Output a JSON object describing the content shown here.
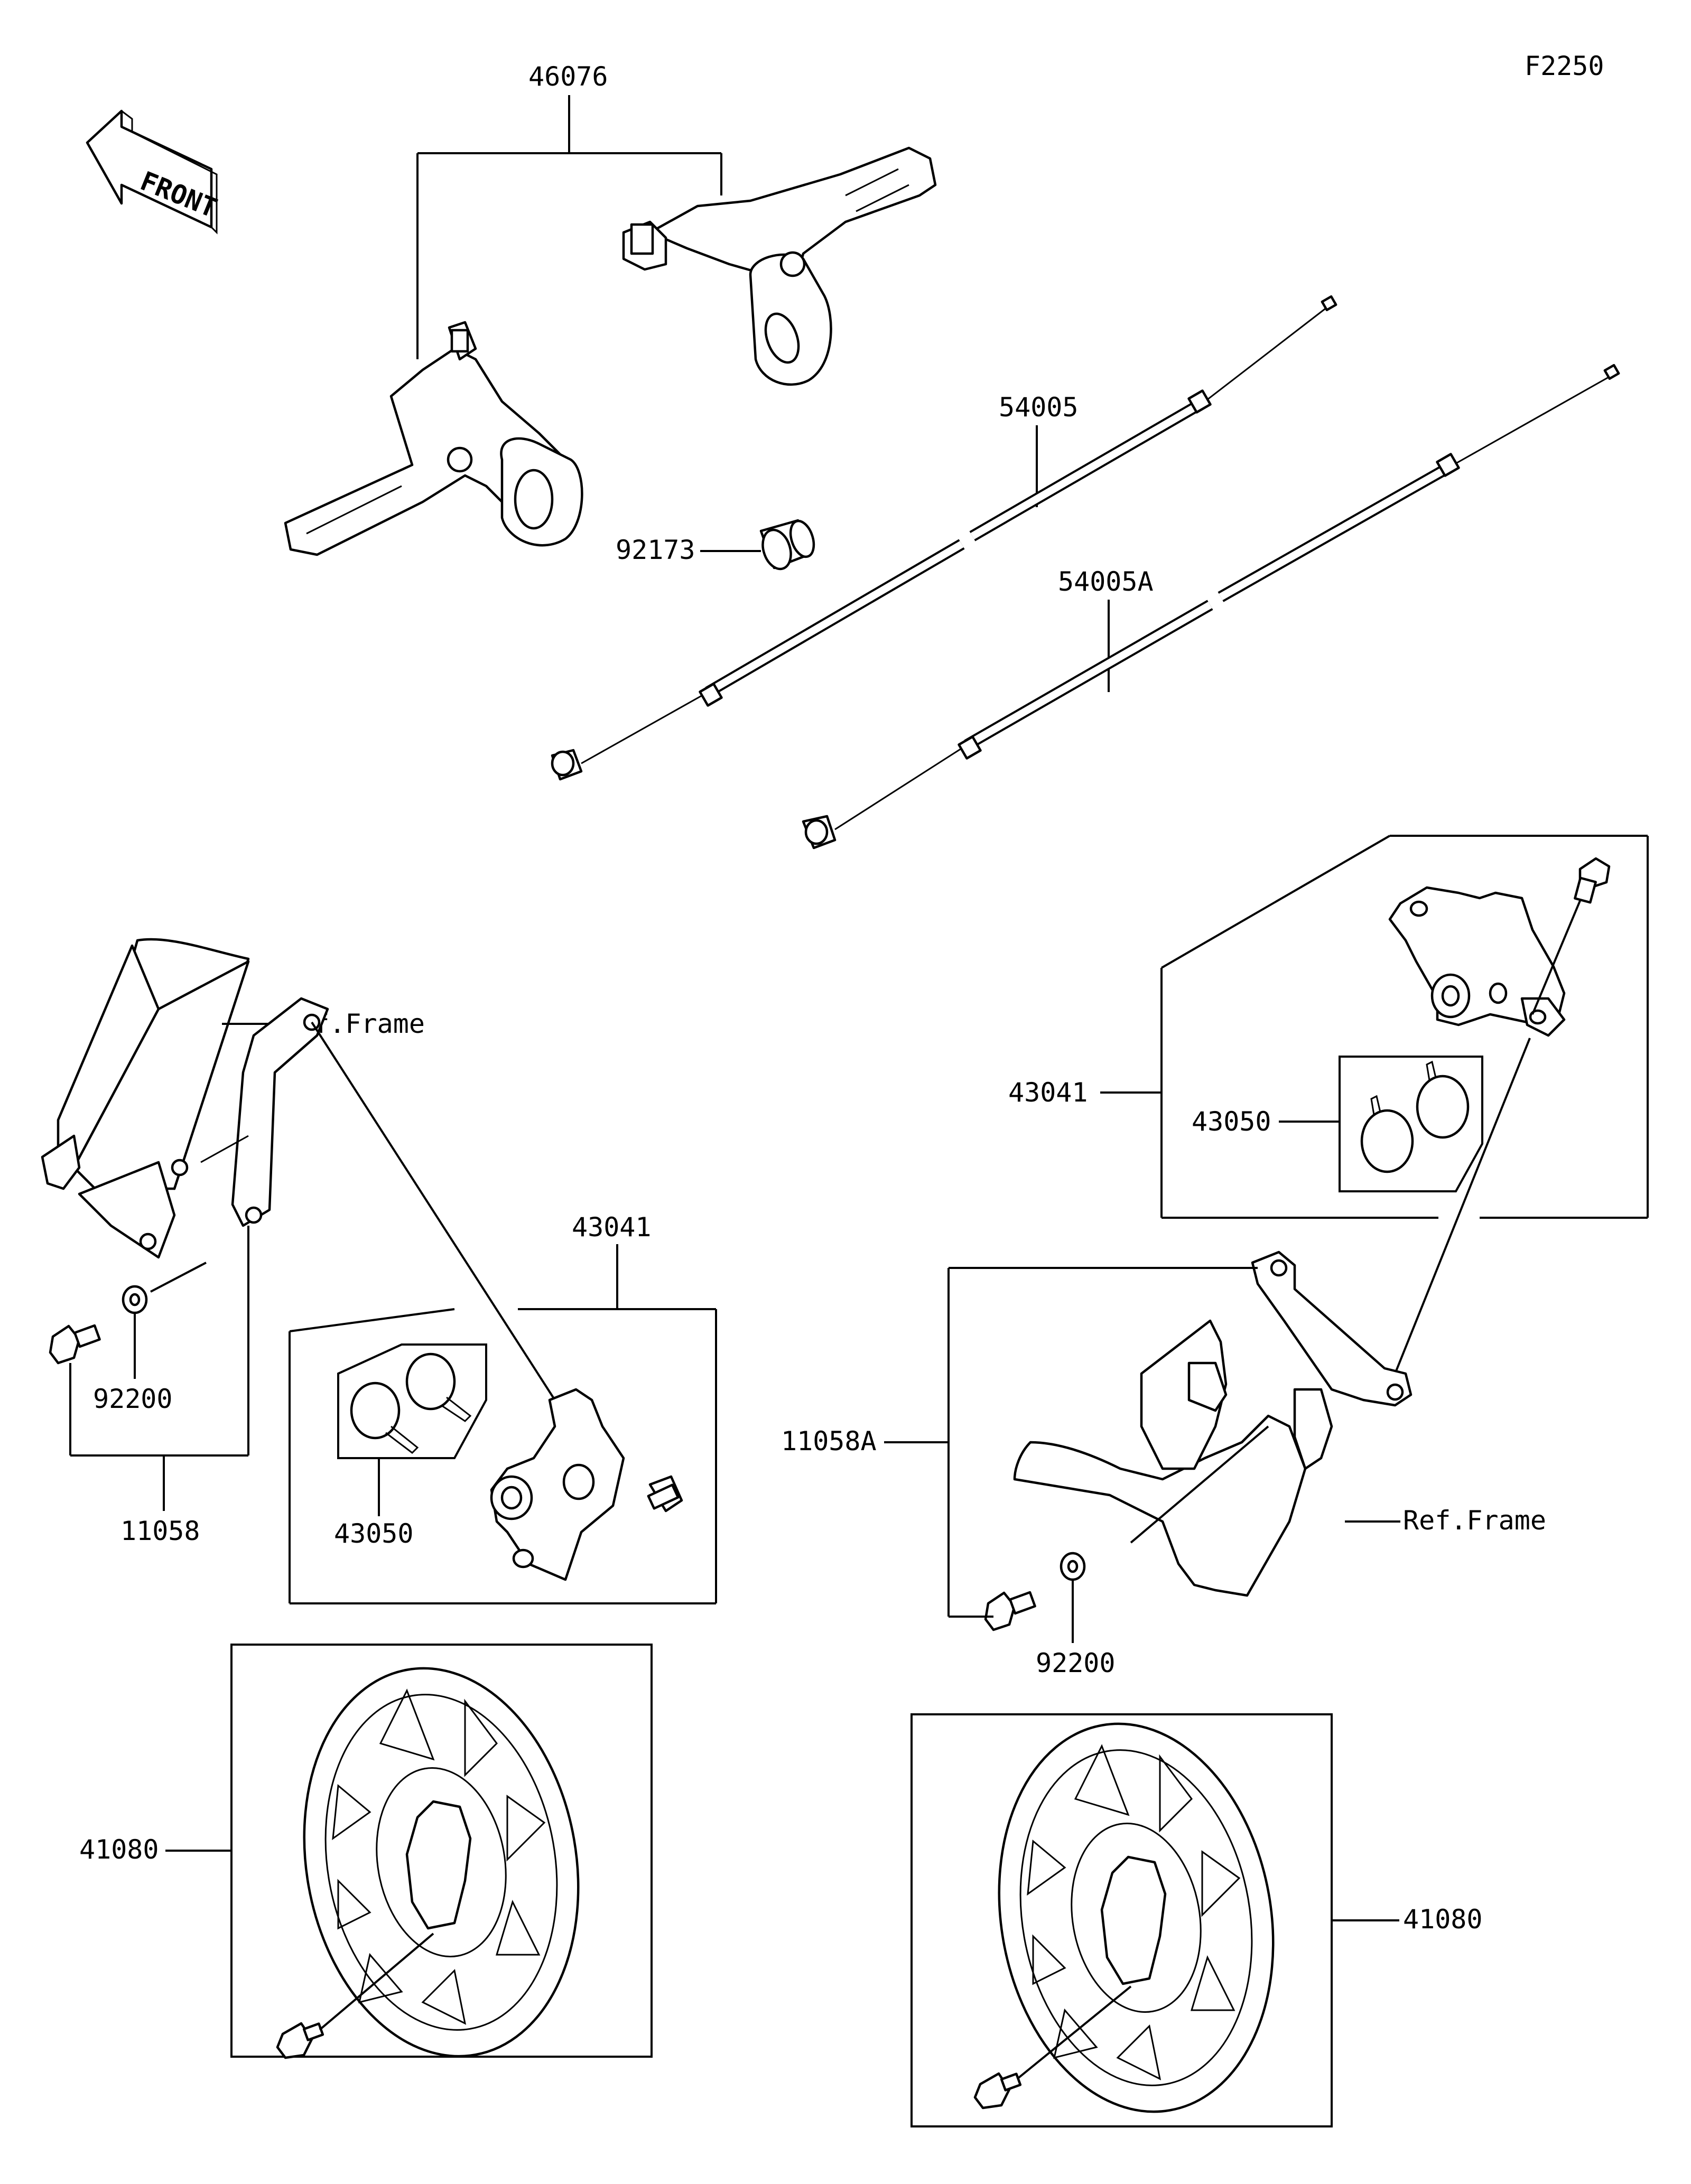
{
  "figure_code": "F2250",
  "front_label": "FRONT",
  "labels": {
    "brake_lever_set": "46076",
    "cable_front": "54005",
    "cable_rear": "54005A",
    "cable_adjuster_cap": "92173",
    "ref_frame_left": "Ref.Frame",
    "ref_frame_right": "Ref.Frame",
    "caliper_left": "43041",
    "caliper_right": "43041",
    "pads_left": "43050",
    "pads_right": "43050",
    "washer_left": "92200",
    "washer_right": "92200",
    "bracket_left": "11058",
    "bracket_right": "11058A",
    "disc_left": "41080",
    "disc_right": "41080"
  }
}
